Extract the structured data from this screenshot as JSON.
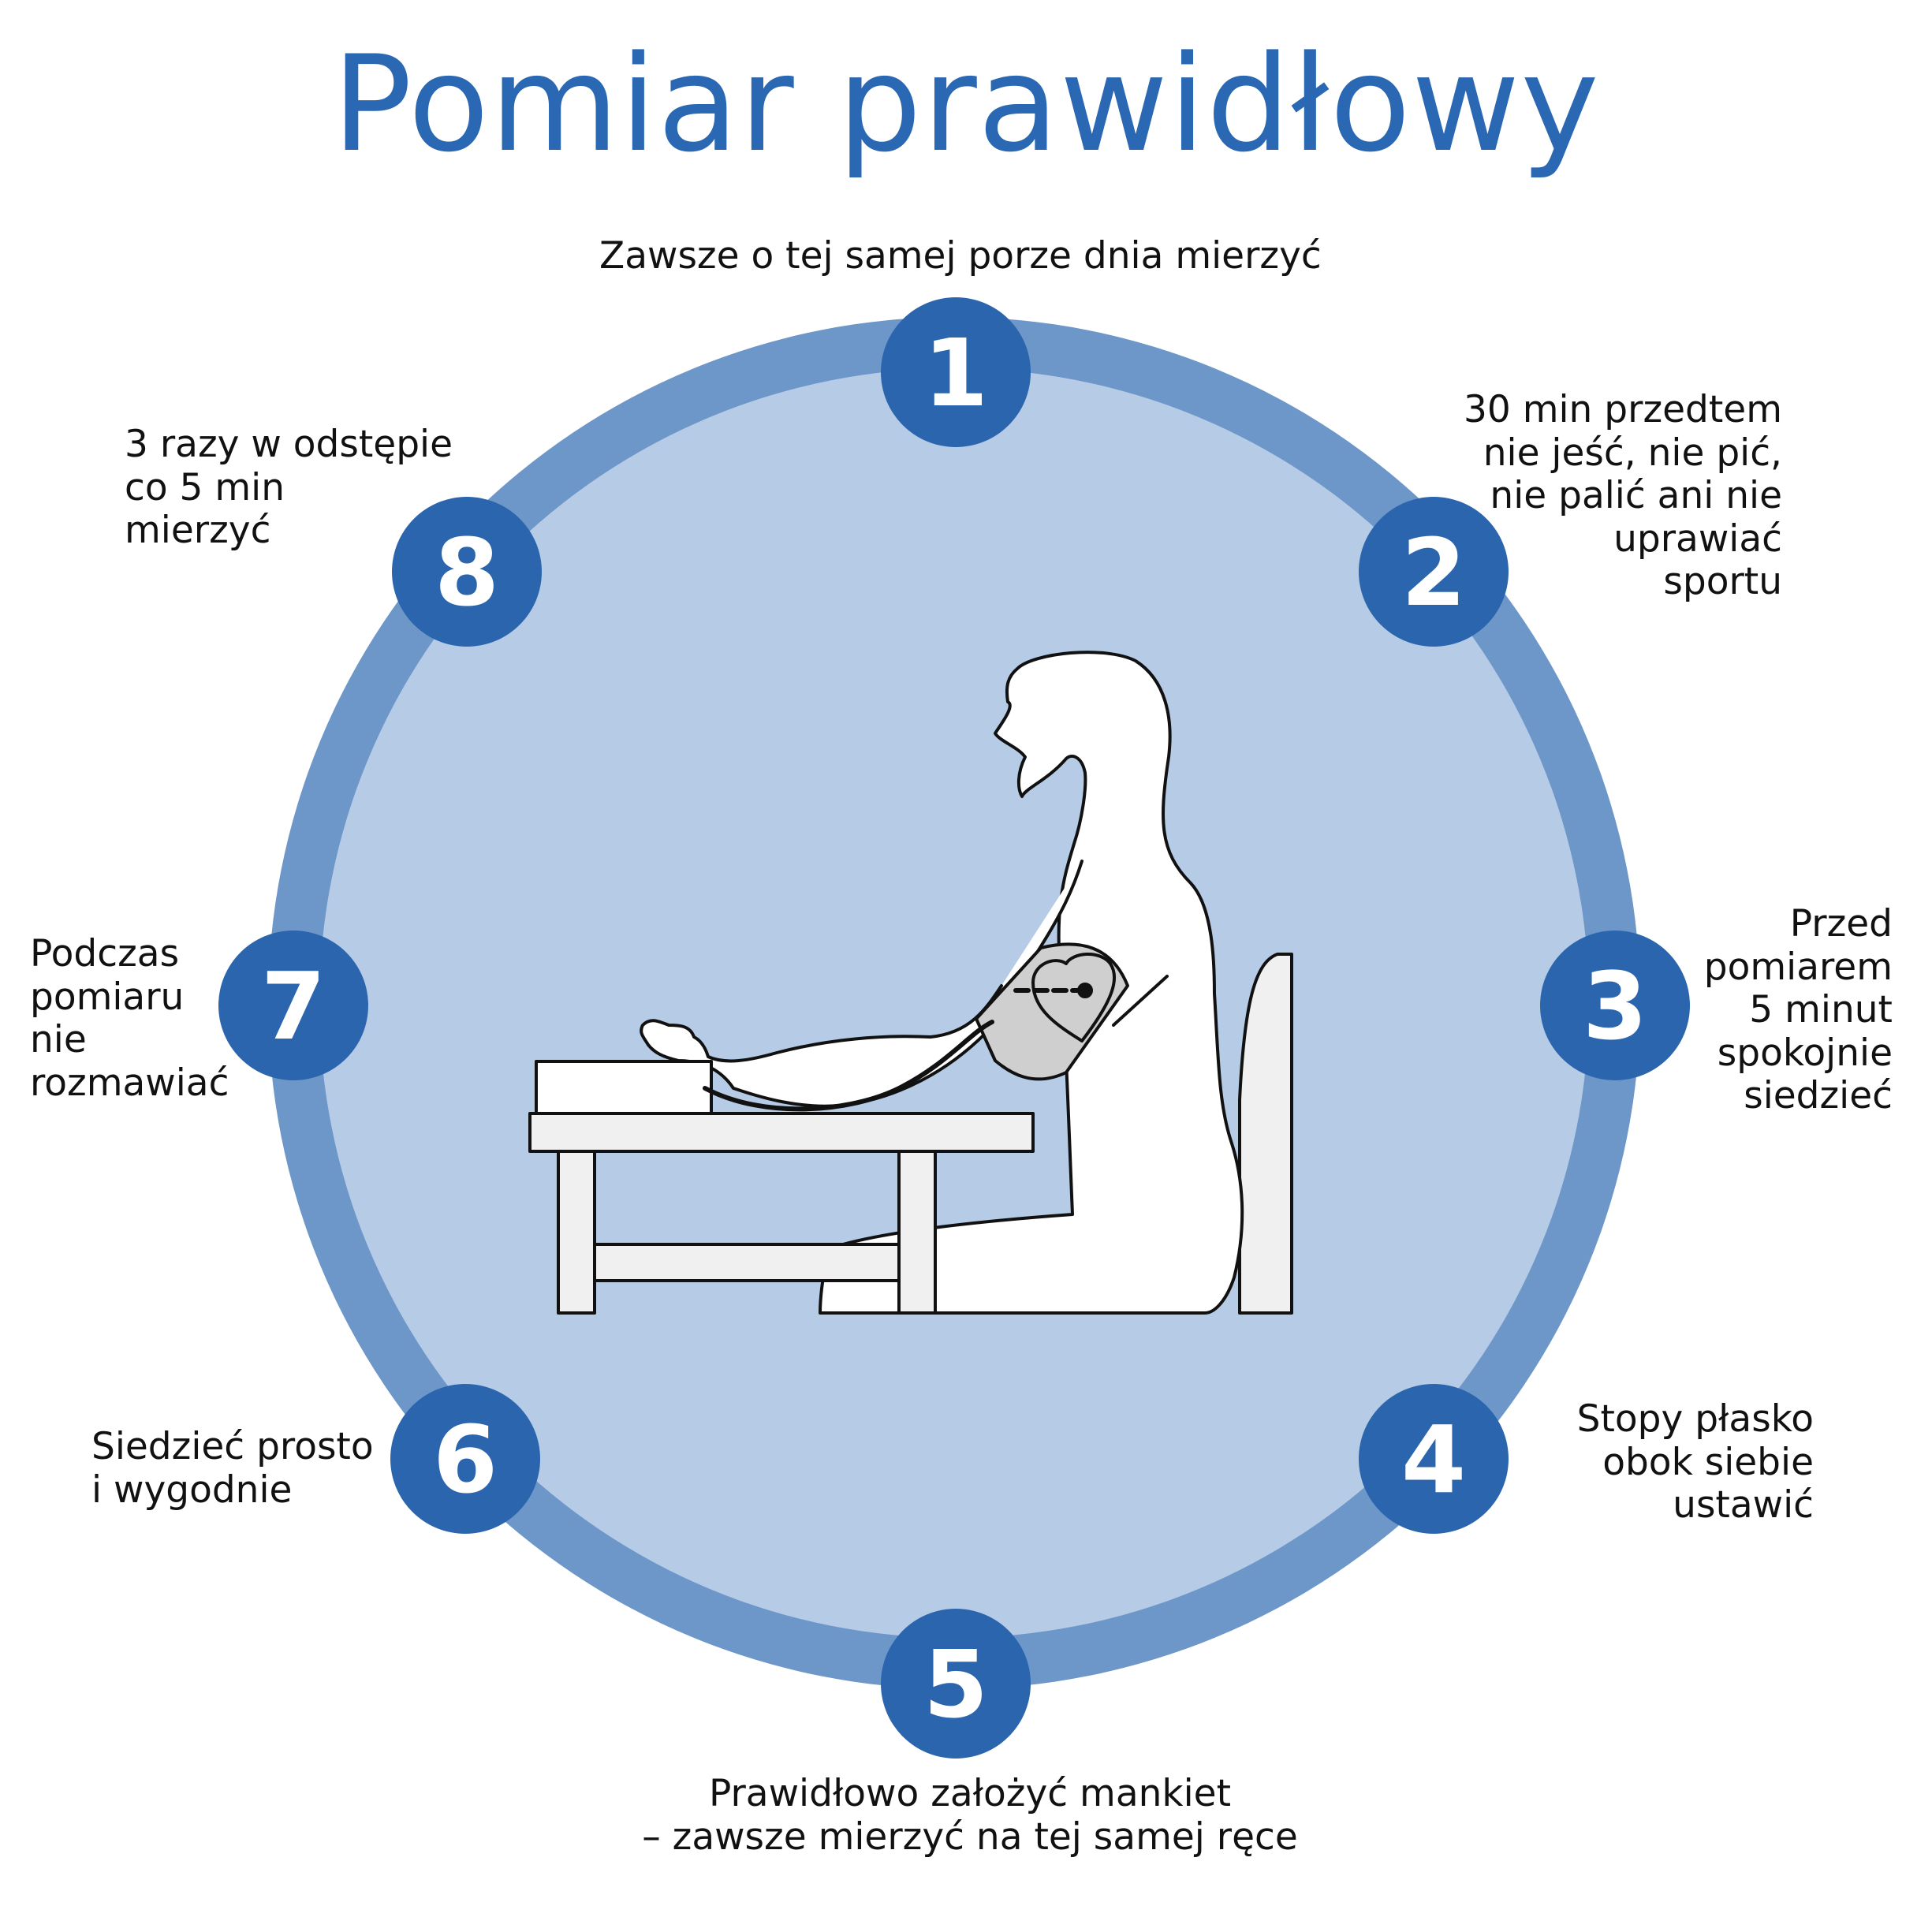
{
  "title": "Pomiar prawidłowy",
  "colors": {
    "title": "#2a68b3",
    "badge": "#2b65ae",
    "ring": "#6d97c9",
    "inner": "#b6cbe6",
    "badge_text": "#ffffff",
    "text": "#111111",
    "figure_fill": "#ffffff",
    "table_fill": "#f0f0f0",
    "cuff_fill": "#cfcfcf"
  },
  "steps": [
    {
      "number": "1",
      "text": "Zawsze o tej samej porze dnia mierzyć"
    },
    {
      "number": "2",
      "text": "30 min przedtem\nnie jeść, nie pić,\nnie palić ani nie\nuprawiać\nsportu"
    },
    {
      "number": "3",
      "text": "Przed\npomiarem\n5 minut\nspokojnie\nsiedzieć"
    },
    {
      "number": "4",
      "text": "Stopy płasko\nobok siebie\nustawić"
    },
    {
      "number": "5",
      "text": "Prawidłowo założyć mankiet\n– zawsze mierzyć na tej samej ręce"
    },
    {
      "number": "6",
      "text": "Siedzieć prosto\ni wygodnie"
    },
    {
      "number": "7",
      "text": "Podczas\npomiaru\nnie\nrozmawiać"
    },
    {
      "number": "8",
      "text": "3 razy w odstępie\nco 5 min\nmierzyć"
    }
  ],
  "illustration": {
    "subject": "person-seated-measuring-blood-pressure",
    "icons": [
      "heart-icon",
      "blood-pressure-monitor-icon"
    ]
  }
}
